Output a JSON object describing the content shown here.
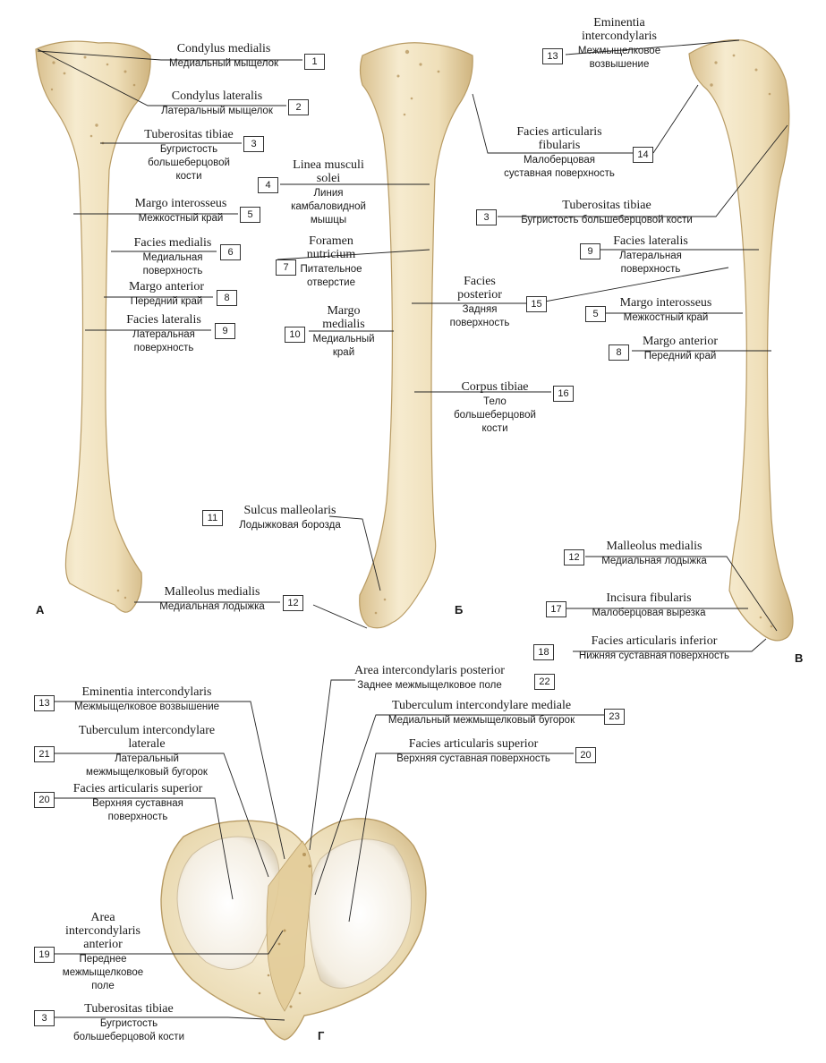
{
  "figure": {
    "view_labels": [
      "А",
      "Б",
      "В",
      "Г"
    ]
  },
  "labels": [
    {
      "id": "l1",
      "num": "1",
      "lat": "Condylus medialis",
      "ru": "Медиальный мыщелок"
    },
    {
      "id": "l2",
      "num": "2",
      "lat": "Condylus lateralis",
      "ru": "Латеральный мыщелок"
    },
    {
      "id": "l3a",
      "num": "3",
      "lat": "Tuberositas tibiae",
      "ru": "Бугристость\nбольшеберцовой\nкости"
    },
    {
      "id": "l5a",
      "num": "5",
      "lat": "Margo interosseus",
      "ru": "Межкостный край"
    },
    {
      "id": "l6",
      "num": "6",
      "lat": "Facies medialis",
      "ru": "Медиальная\nповерхность"
    },
    {
      "id": "l8a",
      "num": "8",
      "lat": "Margo anterior",
      "ru": "Передний край"
    },
    {
      "id": "l9a",
      "num": "9",
      "lat": "Facies lateralis",
      "ru": "Латеральная\nповерхность"
    },
    {
      "id": "l12a",
      "num": "12",
      "lat": "Malleolus medialis",
      "ru": "Медиальная лодыжка"
    },
    {
      "id": "l4",
      "num": "4",
      "lat": "Linea musculi\nsolei",
      "ru": "Линия\nкамбаловидной\nмышцы"
    },
    {
      "id": "l7",
      "num": "7",
      "lat": "Foramen\nnutricium",
      "ru": "Питательное\nотверстие"
    },
    {
      "id": "l10",
      "num": "10",
      "lat": "Margo\nmedialis",
      "ru": "Медиальный\nкрай"
    },
    {
      "id": "l11",
      "num": "11",
      "lat": "Sulcus malleolaris",
      "ru": "Лодыжковая борозда"
    },
    {
      "id": "l15",
      "num": "15",
      "lat": "Facies\nposterior",
      "ru": "Задняя\nповерхность"
    },
    {
      "id": "l16",
      "num": "16",
      "lat": "Corpus tibiae",
      "ru": "Тело\nбольшеберцовой\nкости"
    },
    {
      "id": "l14",
      "num": "14",
      "lat": "Facies articularis\nfibularis",
      "ru": "Малоберцовая\nсуставная поверхность"
    },
    {
      "id": "l13a",
      "num": "13",
      "lat": "Eminentia\nintercondylaris",
      "ru": "Межмыщелковое\nвозвышение"
    },
    {
      "id": "l3b",
      "num": "3",
      "lat": "Tuberositas tibiae",
      "ru": "Бугристость большеберцовой кости"
    },
    {
      "id": "l9b",
      "num": "9",
      "lat": "Facies lateralis",
      "ru": "Латеральная\nповерхность"
    },
    {
      "id": "l5b",
      "num": "5",
      "lat": "Margo interosseus",
      "ru": "Межкостный край"
    },
    {
      "id": "l8b",
      "num": "8",
      "lat": "Margo anterior",
      "ru": "Передний край"
    },
    {
      "id": "l12b",
      "num": "12",
      "lat": "Malleolus medialis",
      "ru": "Медиальная лодыжка"
    },
    {
      "id": "l17",
      "num": "17",
      "lat": "Incisura fibularis",
      "ru": "Малоберцовая вырезка"
    },
    {
      "id": "l18",
      "num": "18",
      "lat": "Facies articularis inferior",
      "ru": "Нижняя суставная поверхность"
    },
    {
      "id": "l22",
      "num": "22",
      "lat": "Area intercondylaris posterior",
      "ru": "Заднее межмыщелковое поле"
    },
    {
      "id": "l23",
      "num": "23",
      "lat": "Tuberculum intercondylare mediale",
      "ru": "Медиальный межмыщелковый бугорок"
    },
    {
      "id": "l20a",
      "num": "20",
      "lat": "Facies articularis superior",
      "ru": "Верхняя суставная поверхность"
    },
    {
      "id": "l13b",
      "num": "13",
      "lat": "Eminentia intercondylaris",
      "ru": "Межмыщелковое возвышение"
    },
    {
      "id": "l21",
      "num": "21",
      "lat": "Tuberculum intercondylare\nlaterale",
      "ru": "Латеральный\nмежмыщелковый бугорок"
    },
    {
      "id": "l20b",
      "num": "20",
      "lat": "Facies articularis superior",
      "ru": "Верхняя суставная\nповерхность"
    },
    {
      "id": "l19",
      "num": "19",
      "lat": "Area\nintercondylaris\nanterior",
      "ru": "Переднее\nмежмыщелковое\nполе"
    },
    {
      "id": "l3c",
      "num": "3",
      "lat": "Tuberositas tibiae",
      "ru": "Бугристость\nбольшеберцовой кости"
    }
  ],
  "colors": {
    "bone_fill": "#f1e3c1",
    "bone_shade": "#dcc697",
    "bone_edge": "#b89b64",
    "leader": "#222222"
  }
}
